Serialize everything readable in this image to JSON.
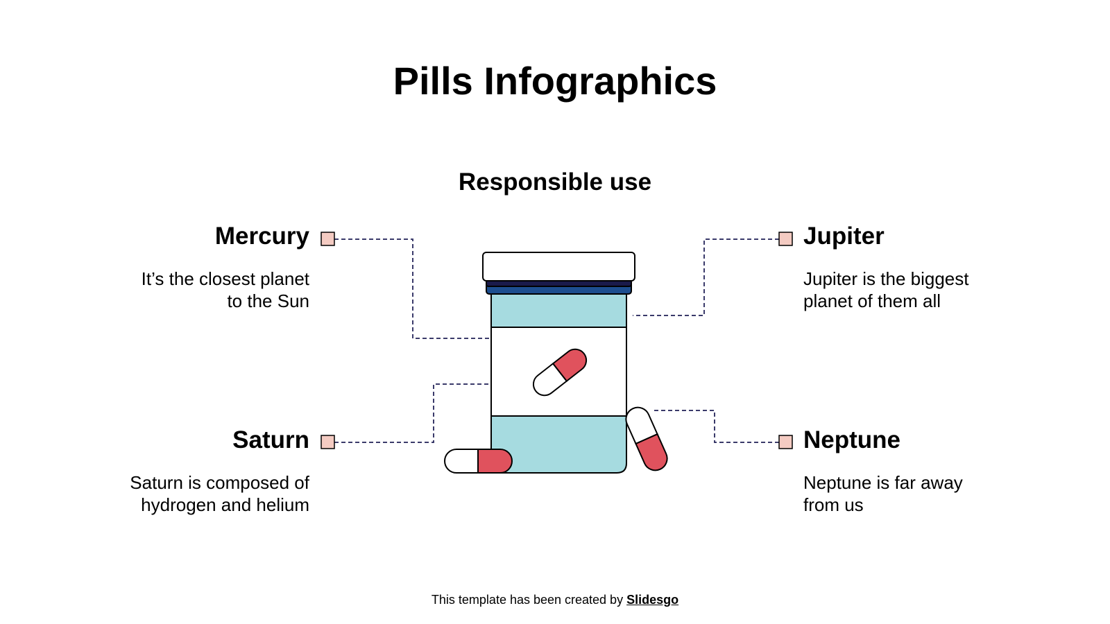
{
  "title": "Pills Infographics",
  "subtitle": "Responsible use",
  "items": [
    {
      "id": "mercury",
      "heading": "Mercury",
      "text": "It’s the closest planet\nto the Sun"
    },
    {
      "id": "jupiter",
      "heading": "Jupiter",
      "text": "Jupiter is the biggest\nplanet of them all"
    },
    {
      "id": "saturn",
      "heading": "Saturn",
      "text": "Saturn is composed of\nhydrogen and helium"
    },
    {
      "id": "neptune",
      "heading": "Neptune",
      "text": "Neptune is far away\nfrom us"
    }
  ],
  "footer": {
    "prefix": "This template has been created by ",
    "brand": "Slidesgo"
  },
  "colors": {
    "marker": "#f4cbc2",
    "bottle": "#a6dbe0",
    "cap": "#ffffff",
    "cap_band": "#1d4e8f",
    "cap_band_dark": "#1a1a4a",
    "pill_red": "#e0525d",
    "connector": "#3a3a6a",
    "outline": "#000000"
  }
}
